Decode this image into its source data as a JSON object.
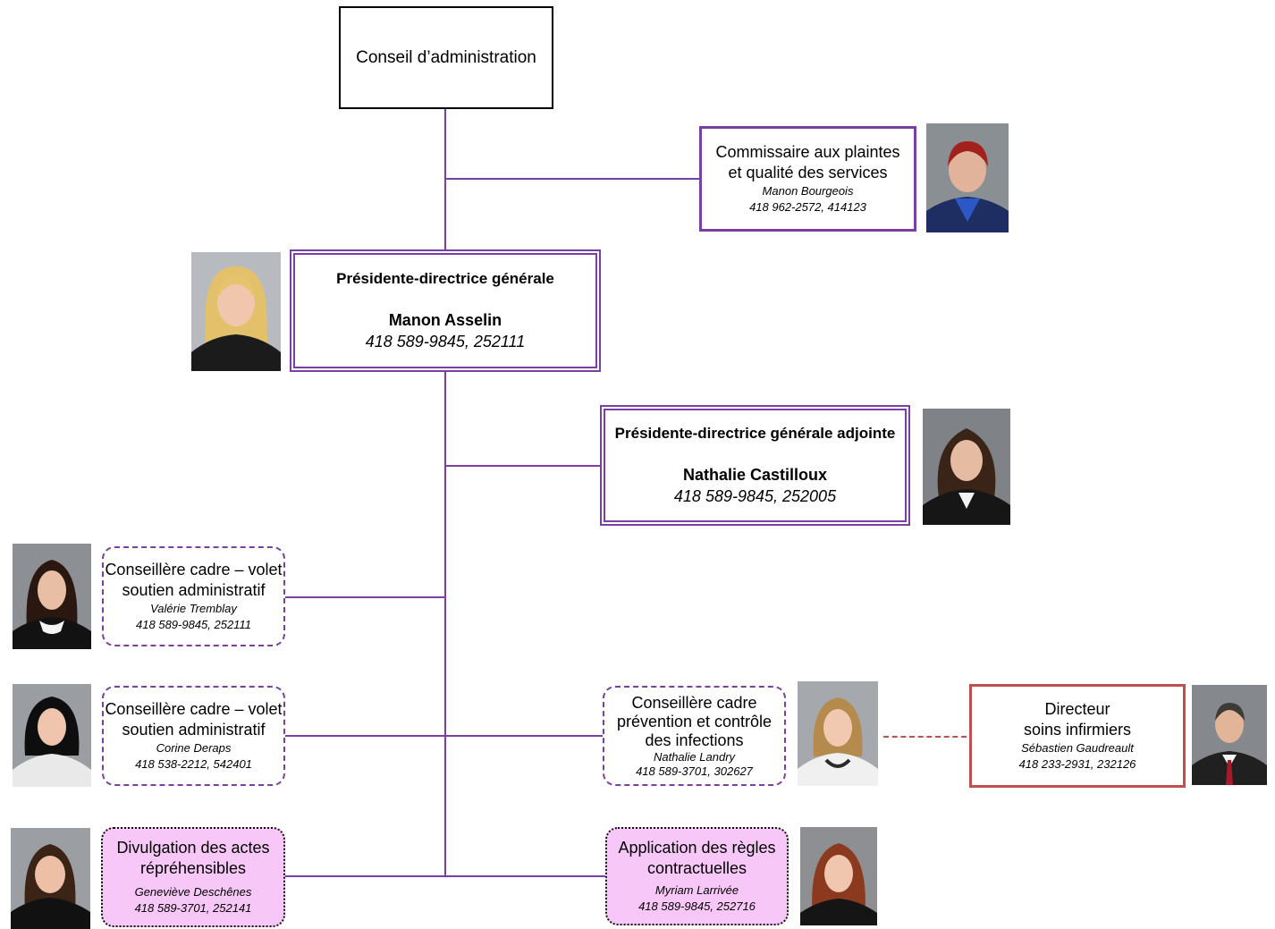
{
  "board": {
    "title": "Conseil d’administration"
  },
  "commissioner": {
    "title_line1": "Commissaire aux plaintes",
    "title_line2": "et qualité des services",
    "name": "Manon Bourgeois",
    "phone": "418 962-2572, 414123",
    "photo": "portrait-photo"
  },
  "pdg": {
    "title": "Présidente-directrice générale",
    "name": "Manon Asselin",
    "phone": "418 589-9845, 252111",
    "photo": "portrait-photo"
  },
  "pdga": {
    "title": "Présidente-directrice générale adjointe",
    "name": "Nathalie Castilloux",
    "phone": "418 589-9845, 252005",
    "photo": "portrait-photo"
  },
  "advisor1": {
    "title_line1": "Conseillère cadre – volet",
    "title_line2": "soutien administratif",
    "name": "Valérie Tremblay",
    "phone": "418 589-9845, 252111",
    "photo": "portrait-photo"
  },
  "advisor2": {
    "title_line1": "Conseillère cadre – volet",
    "title_line2": "soutien administratif",
    "name": "Corine Deraps",
    "phone": "418 538-2212, 542401",
    "photo": "portrait-photo"
  },
  "infection": {
    "title_line1": "Conseillère cadre",
    "title_line2": "prévention et contrôle",
    "title_line3": "des infections",
    "name": "Nathalie Landry",
    "phone": "418 589-3701, 302627",
    "photo": "portrait-photo"
  },
  "nursing": {
    "title_line1": "Directeur",
    "title_line2": "soins infirmiers",
    "name": "Sébastien Gaudreault",
    "phone": "418 233-2931, 232126",
    "photo": "portrait-photo"
  },
  "disclosure": {
    "title_line1": "Divulgation des actes",
    "title_line2": "répréhensibles",
    "name": "Geneviève Deschênes",
    "phone": "418 589-3701, 252141",
    "photo": "portrait-photo"
  },
  "contracts": {
    "title_line1": "Application des règles",
    "title_line2": "contractuelles",
    "name": "Myriam Larrivée",
    "phone": "418 589-9845, 252716",
    "photo": "portrait-photo"
  },
  "colors": {
    "line": "#7a3fa0",
    "box_border": "#7a3fa0",
    "nursing_border": "#c0504d",
    "dotted_fill": "#f7c8f7"
  }
}
